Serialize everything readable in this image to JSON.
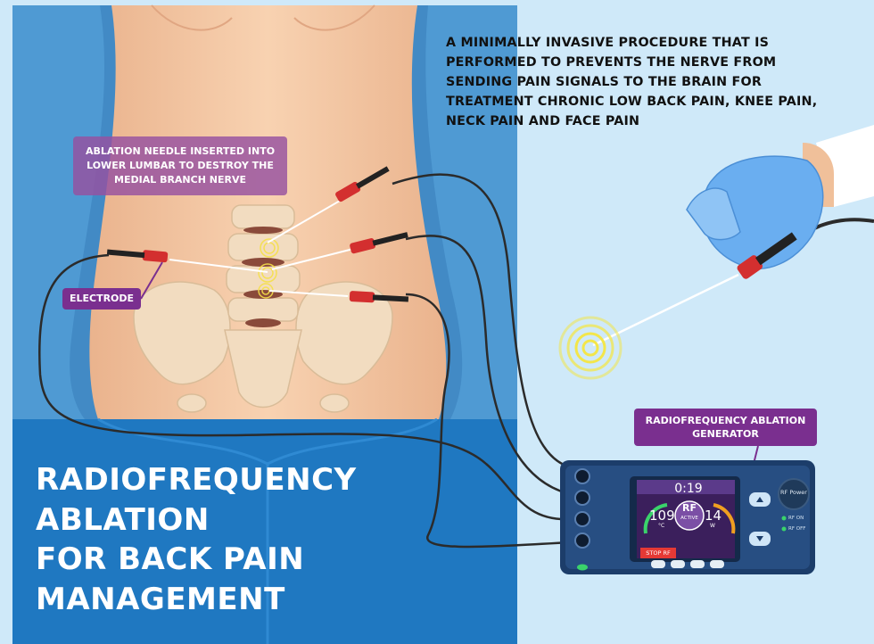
{
  "intro_text": "A MINIMALLY INVASIVE PROCEDURE THAT IS PERFORMED TO PREVENTS THE NERVE FROM SENDING PAIN SIGNALS TO THE BRAIN FOR TREATMENT CHRONIC LOW BACK PAIN, KNEE PAIN, NECK PAIN AND FACE PAIN",
  "callouts": {
    "needle": "ABLATION NEEDLE INSERTED INTO LOWER LUMBAR TO DESTROY THE MEDIAL BRANCH NERVE",
    "electrode": "ELECTRODE",
    "generator": "RADIOFREQUENCY ABLATION GENERATOR"
  },
  "title": {
    "line1": "RADIOFREQUENCY",
    "line2": "ABLATION",
    "line3": "FOR BACK PAIN",
    "line4": "MANAGEMENT"
  },
  "generator_screen": {
    "timer": "0:19",
    "temperature": "109",
    "temperature_unit": "°C",
    "power": "14",
    "power_unit": "W",
    "rf": "RF",
    "active": "ACTIVE",
    "stop_button": "STOP RF"
  },
  "generator_controls": {
    "power_button": "RF Power",
    "rf_on": "RF ON",
    "rf_off": "RF OFF"
  },
  "colors": {
    "background": "#cfe9f9",
    "blue_panel": "#4f9ad3",
    "drape": "#1f78c1",
    "skin": "#f6c9a3",
    "callout_purple": "#7a2f8f",
    "electrode_red": "#d32f2f",
    "generator_body": "#1c3d6a",
    "glove_blue": "#6aaef0"
  }
}
